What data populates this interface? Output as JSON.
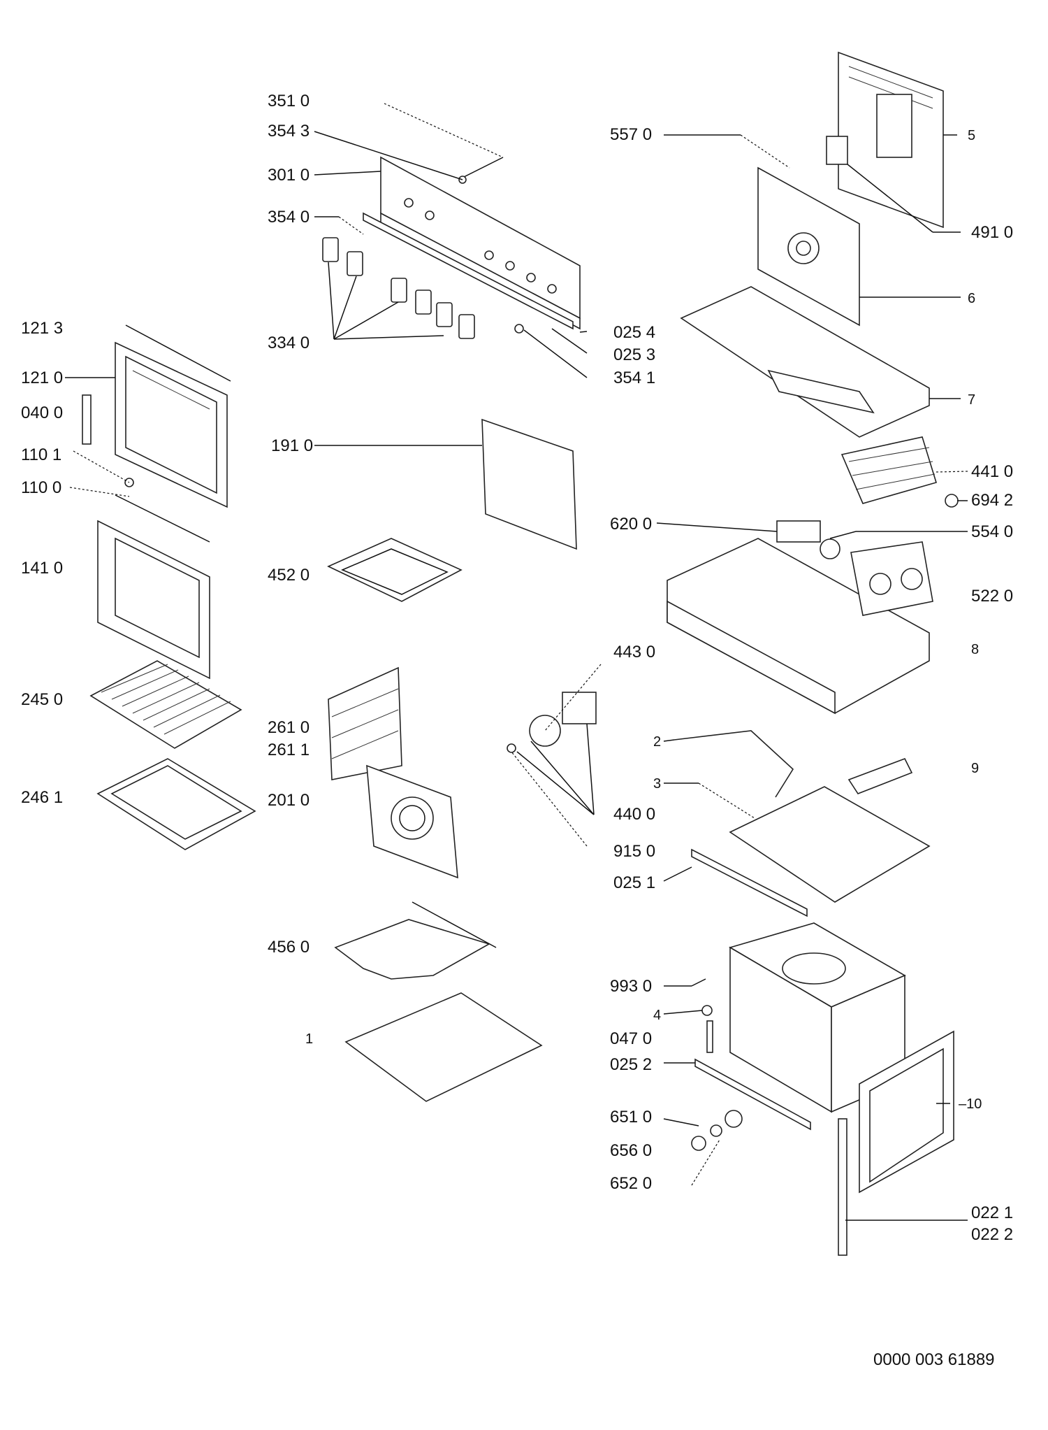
{
  "labels": {
    "l3510": "351 0",
    "l3543": "354 3",
    "l3010": "301 0",
    "l3540": "354 0",
    "l3340": "334 0",
    "l0254": "025 4",
    "l0253": "025 3",
    "l3541": "354 1",
    "l5570": "557 0",
    "l5": "5",
    "l4910": "491 0",
    "l6": "6",
    "l7": "7",
    "l1213": "121 3",
    "l1210": "121 0",
    "l0400": "040 0",
    "l1101": "110 1",
    "l1100": "110 0",
    "l1410": "141 0",
    "l2450": "245 0",
    "l2461": "246 1",
    "l1910": "191 0",
    "l4520": "452 0",
    "l2610": "261 0",
    "l2611": "261 1",
    "l2010": "201 0",
    "l4560": "456 0",
    "l1": "1",
    "l4410": "441 0",
    "l6942": "694 2",
    "l6200": "620 0",
    "l5540": "554 0",
    "l5220": "522 0",
    "l8": "8",
    "l4430": "443 0",
    "l4400": "440 0",
    "l9150": "915 0",
    "l2": "2",
    "l3": "3",
    "l9": "9",
    "l0251": "025 1",
    "l9930": "993 0",
    "l4": "4",
    "l0470": "047 0",
    "l0252": "025 2",
    "l6510": "651 0",
    "l6560": "656 0",
    "l6520": "652 0",
    "l10": "10",
    "l0221": "022 1",
    "l0222": "022 2"
  },
  "document_id": "0000 003 61889"
}
